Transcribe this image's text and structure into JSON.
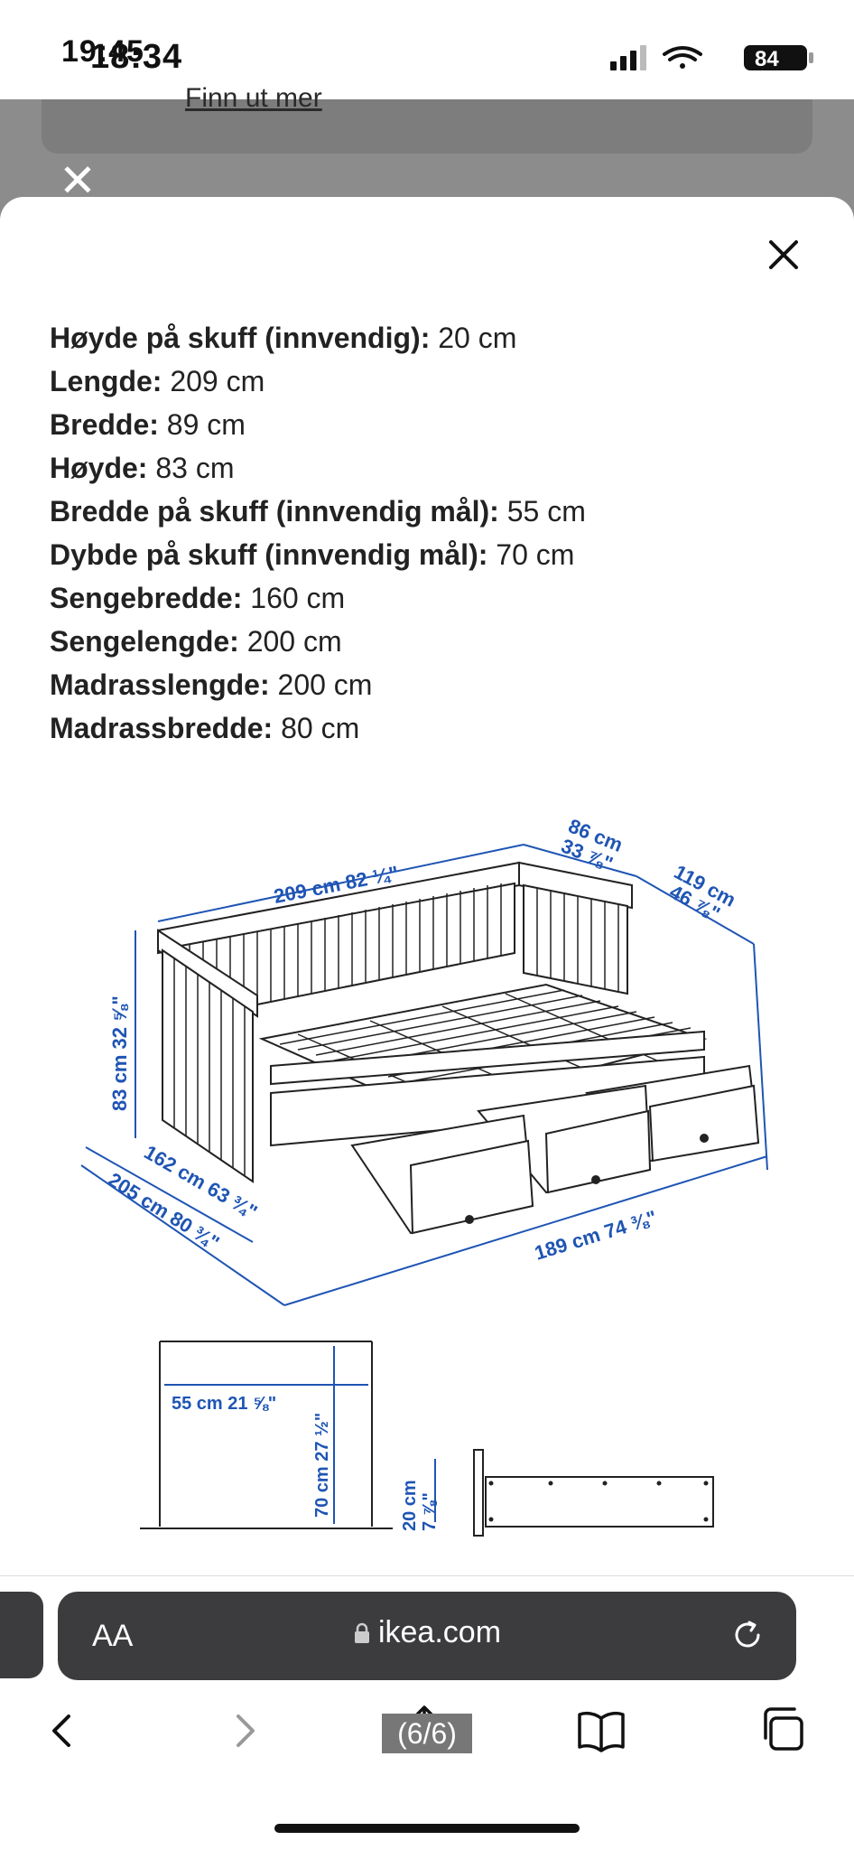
{
  "status_bar": {
    "time_overlap_a": "19:45",
    "time_overlap_b": "18:34",
    "battery": "84"
  },
  "background_page": {
    "link_text": "Finn ut mer"
  },
  "specs": [
    {
      "key": "Høyde på skuff (innvendig):",
      "value": "20 cm"
    },
    {
      "key": "Lengde:",
      "value": "209 cm"
    },
    {
      "key": "Bredde:",
      "value": "89 cm"
    },
    {
      "key": "Høyde:",
      "value": "83 cm"
    },
    {
      "key": "Bredde på skuff (innvendig mål):",
      "value": "55 cm"
    },
    {
      "key": "Dybde på skuff (innvendig mål):",
      "value": "70 cm"
    },
    {
      "key": "Sengebredde:",
      "value": "160 cm"
    },
    {
      "key": "Sengelengde:",
      "value": "200 cm"
    },
    {
      "key": "Madrasslengde:",
      "value": "200 cm"
    },
    {
      "key": "Madrassbredde:",
      "value": "80 cm"
    }
  ],
  "drawing": {
    "dim_top_length": "209 cm 82 ¼\"",
    "dim_top_depth_cm": "86 cm",
    "dim_top_depth_in": "33 ⅞\"",
    "dim_right_cm": "119 cm",
    "dim_right_in": "46 ⅞\"",
    "dim_height": "83 cm 32 ⅝\"",
    "dim_left1": "162 cm 63 ¾\"",
    "dim_left2": "205 cm 80 ¾\"",
    "dim_bottom": "189 cm 74 ⅜\"",
    "drawer_width": "55 cm 21 ⅝\"",
    "drawer_depth": "70 cm 27 ½\"",
    "drawer_height_cm": "20 cm",
    "drawer_height_in": "7 ⅞\""
  },
  "safari": {
    "aa_label": "AA",
    "url": "ikea.com",
    "page_counter": "(6/6)"
  }
}
